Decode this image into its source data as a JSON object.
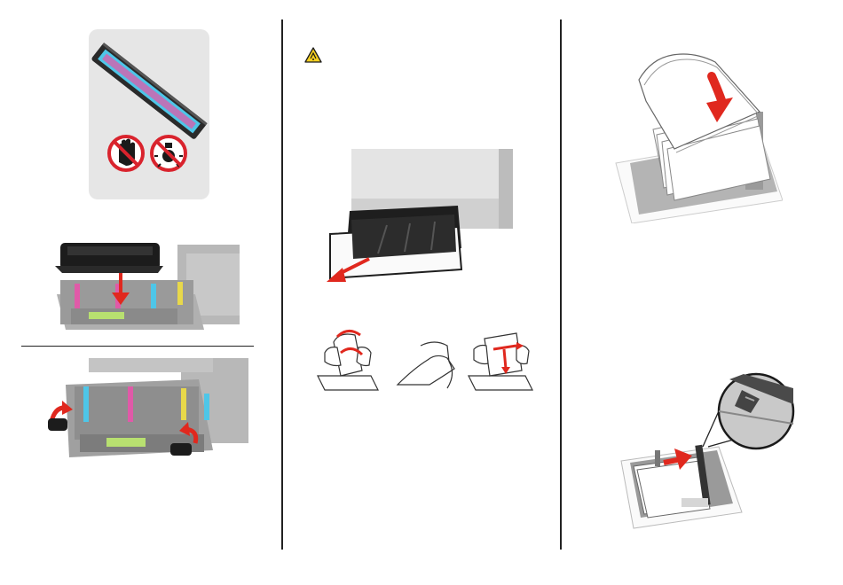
{
  "document": {
    "type": "printer-manual-illustration-page",
    "columns": 3,
    "warning": {
      "icon": "pinch-hazard-warning-icon"
    },
    "panels": [
      {
        "name": "toner-cartridge-handling",
        "icons": [
          "no-touch-hand-icon",
          "no-light-exposure-icon"
        ]
      },
      {
        "name": "insert-imaging-kit"
      },
      {
        "name": "close-imaging-kit-levers"
      },
      {
        "name": "pull-out-tray"
      },
      {
        "name": "flex-fan-align-paper"
      },
      {
        "name": "load-paper-stack"
      },
      {
        "name": "paper-fill-indicator-closeup"
      }
    ],
    "colors": {
      "cyan": "#4ec6e8",
      "magenta": "#e05aa8",
      "yellow": "#e8d84a",
      "arrow_red": "#e0281e",
      "warning_yellow": "#f5d020",
      "gray_panel": "#e8e8e8"
    }
  }
}
